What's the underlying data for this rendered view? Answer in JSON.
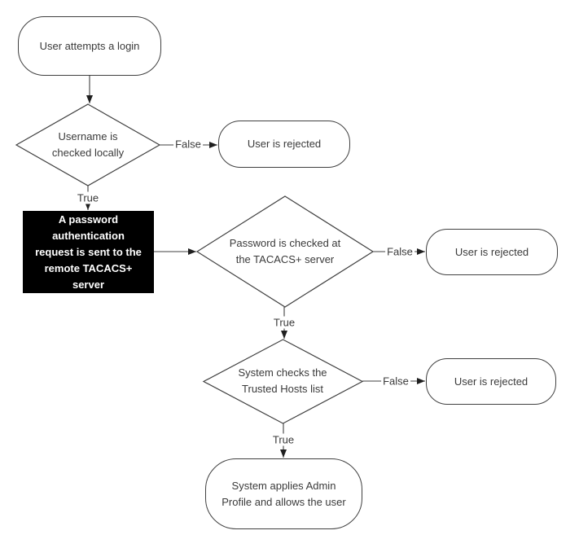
{
  "colors": {
    "background": "#ffffff",
    "line": "#404040",
    "arrow": "#1f1f1f",
    "text": "#3a3a3a",
    "highlight_bg": "#000000",
    "highlight_text": "#ffffff"
  },
  "nodes": {
    "start": {
      "type": "terminator",
      "label": "User attempts a login"
    },
    "check_username": {
      "type": "decision",
      "label": "Username is\nchecked locally"
    },
    "rejected1": {
      "type": "terminator",
      "label": "User is rejected"
    },
    "password_request": {
      "type": "process-highlighted",
      "label": "A password\nauthentication\nrequest is sent to the\nremote TACACS+\nserver"
    },
    "check_password": {
      "type": "decision",
      "label": "Password is checked at\nthe TACACS+ server"
    },
    "rejected2": {
      "type": "terminator",
      "label": "User is rejected"
    },
    "check_trusted_hosts": {
      "type": "decision",
      "label": "System checks the\nTrusted Hosts list"
    },
    "rejected3": {
      "type": "terminator",
      "label": "User is rejected"
    },
    "apply_profile": {
      "type": "terminator",
      "label": "System applies Admin\nProfile and allows the user"
    }
  },
  "edges": {
    "username_false": {
      "label": "False"
    },
    "username_true": {
      "label": "True"
    },
    "password_false": {
      "label": "False"
    },
    "password_true": {
      "label": "True"
    },
    "trusted_false": {
      "label": "False"
    },
    "trusted_true": {
      "label": "True"
    }
  }
}
